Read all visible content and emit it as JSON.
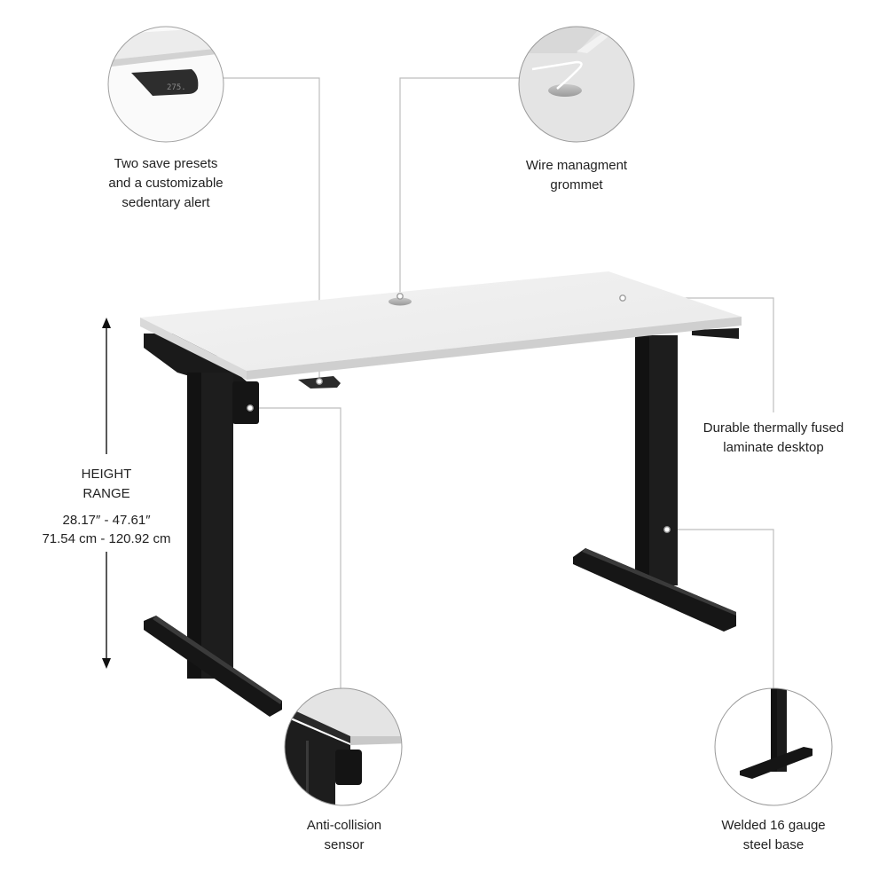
{
  "callouts": [
    {
      "id": "presets",
      "lines": [
        "Two save presets",
        "and a customizable",
        "sedentary alert"
      ],
      "display_reading": "275."
    },
    {
      "id": "grommet",
      "lines": [
        "Wire managment",
        "grommet"
      ]
    },
    {
      "id": "desktop",
      "lines": [
        "Durable thermally fused",
        "laminate desktop"
      ]
    },
    {
      "id": "anti-collision",
      "lines": [
        "Anti-collision",
        "sensor"
      ]
    },
    {
      "id": "base",
      "lines": [
        "Welded 16 gauge",
        "steel base"
      ]
    }
  ],
  "height_range": {
    "title_lines": [
      "HEIGHT",
      "RANGE"
    ],
    "imperial": "28.17″ - 47.61″",
    "metric": "71.54 cm - 120.92 cm"
  },
  "colors": {
    "desktop_top": "#efefef",
    "desktop_edge": "#d4d4d4",
    "frame": "#1c1c1c",
    "leader_line": "#bdbdbd",
    "text": "#222222"
  }
}
